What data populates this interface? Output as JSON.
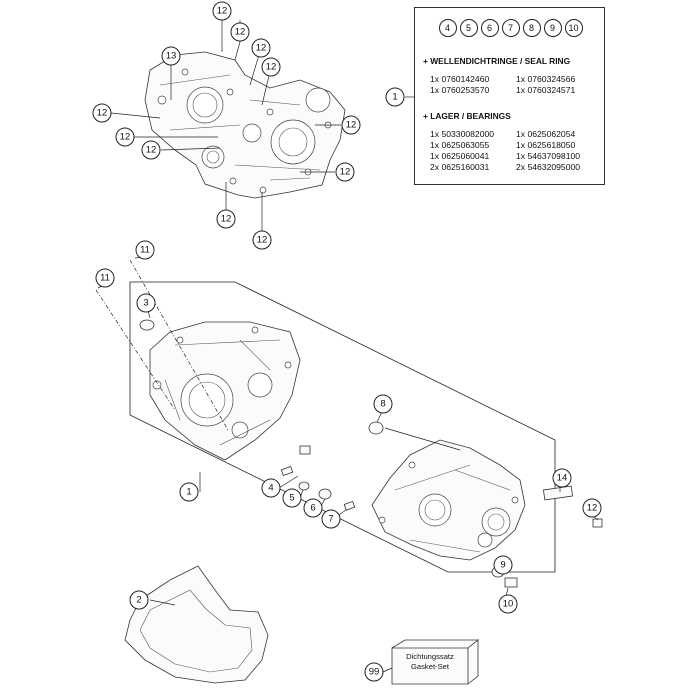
{
  "info_box": {
    "numbers": [
      "4",
      "5",
      "6",
      "7",
      "8",
      "9",
      "10"
    ],
    "seal_title": "+ WELLENDICHTRINGE / SEAL RING",
    "seal_items": [
      "1x 0760142460",
      "1x 0760324566",
      "1x 0760253570",
      "1x 0760324571"
    ],
    "bearing_title": "+ LAGER / BEARINGS",
    "bearing_items": [
      "1x 50330082000",
      "1x 0625062054",
      "1x 0625063055",
      "1x 0625618050",
      "1x 0625060041",
      "1x 54637098100",
      "2x 0625160031",
      "2x 54632095000"
    ]
  },
  "gasket_set": {
    "line1": "Dichtungssatz",
    "line2": "Gasket-Set"
  },
  "callouts": [
    {
      "label": "12"
    },
    {
      "label": "13"
    },
    {
      "label": "12"
    },
    {
      "label": "12"
    },
    {
      "label": "12"
    },
    {
      "label": "12"
    },
    {
      "label": "12"
    },
    {
      "label": "12"
    },
    {
      "label": "12"
    },
    {
      "label": "12"
    },
    {
      "label": "12"
    },
    {
      "label": "12"
    },
    {
      "label": "1"
    },
    {
      "label": "11"
    },
    {
      "label": "11"
    },
    {
      "label": "3"
    },
    {
      "label": "8"
    },
    {
      "label": "1"
    },
    {
      "label": "4"
    },
    {
      "label": "5"
    },
    {
      "label": "6"
    },
    {
      "label": "7"
    },
    {
      "label": "14"
    },
    {
      "label": "12"
    },
    {
      "label": "9"
    },
    {
      "label": "10"
    },
    {
      "label": "2"
    },
    {
      "label": "99"
    }
  ]
}
